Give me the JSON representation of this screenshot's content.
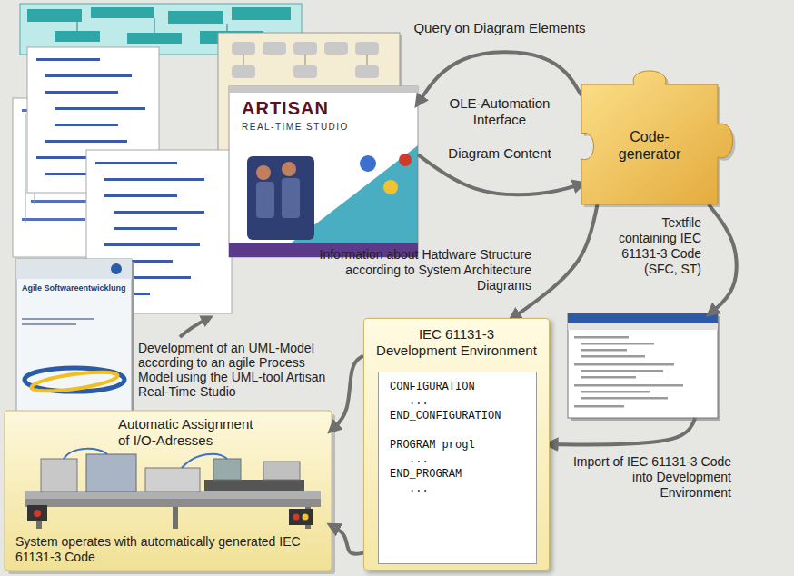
{
  "diagram": {
    "nodes": [
      {
        "text": [
          "ARTISAN",
          "REAL-TIME STUDIO"
        ]
      },
      {
        "text": [
          "Code- generator"
        ]
      },
      {
        "text": [
          "Textfile containing IEC 61131-3 Code (SFC, ST)"
        ]
      },
      {
        "text": [
          "IEC 61131-3 Development Environment"
        ]
      },
      {
        "text": [
          "CONFIGURATION",
          "...",
          "END_CONFIGURATION",
          "PROGRAM progl",
          "...",
          "END_PROGRAM",
          "..."
        ],
        "in": 3
      },
      {
        "text": [
          "Automatic Assignment of I/O-Adresses",
          "System operates with automatically generated IEC 61131-3 Code"
        ]
      }
    ],
    "edges": [
      {
        "from": 1,
        "to": 0,
        "arrow": "to",
        "label": "Query on Diagram Elements"
      },
      {
        "from": 0,
        "to": 1,
        "arrow": "to",
        "label": "Diagram Content"
      },
      {
        "from": 1,
        "to": 2,
        "arrow": "to"
      },
      {
        "from": 1,
        "to": 3,
        "arrow": "to",
        "label": "Information about Hatdware Structure according to System Architecture Diagrams"
      },
      {
        "from": 2,
        "to": 3,
        "arrow": "to",
        "label": "Import of IEC 61131-3 Code into Development Environment"
      },
      {
        "from": 3,
        "to": 5,
        "arrow": "to"
      },
      {
        "from": 3,
        "to": 5,
        "arrow": "to"
      }
    ],
    "labels": [
      "OLE-Automation Interface",
      "Development of an UML-Model according to an agile Process Model using the UML-tool Artisan Real-Time Studio",
      "Agile Softwareentwicklung"
    ]
  }
}
